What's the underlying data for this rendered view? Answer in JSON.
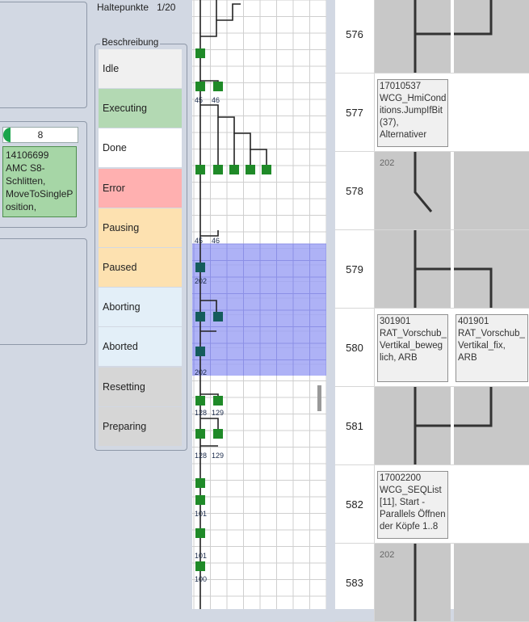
{
  "header": {
    "haltepunkte_label": "Haltepunkte",
    "haltepunkte_count": "1/20"
  },
  "legend": {
    "title": "Beschreibung",
    "items": [
      {
        "label": "Idle",
        "color": "#f0f0f0"
      },
      {
        "label": "Executing",
        "color": "#b3d9b3"
      },
      {
        "label": "Done",
        "color": "#ffffff"
      },
      {
        "label": "Error",
        "color": "#ffb0b0"
      },
      {
        "label": "Pausing",
        "color": "#fde1b0"
      },
      {
        "label": "Paused",
        "color": "#fde1b0"
      },
      {
        "label": "Aborting",
        "color": "#e3eff8"
      },
      {
        "label": "Aborted",
        "color": "#e3eff8"
      },
      {
        "label": "Resetting",
        "color": "#d6d6d6"
      },
      {
        "label": "Preparing",
        "color": "#d6d6d6"
      }
    ]
  },
  "station": {
    "progress_value": "8",
    "card_lines": [
      "14106699",
      "AMC S8-",
      "Schlitten,",
      "MoveToSingleP",
      "osition,"
    ]
  },
  "diagram": {
    "labels": [
      "45",
      "46",
      "45",
      "46",
      "202",
      "202",
      "128",
      "129",
      "128",
      "129",
      "101",
      "101",
      "100"
    ]
  },
  "table": {
    "rows": [
      {
        "num": "576"
      },
      {
        "num": "577",
        "cell1_lines": [
          "17010537",
          "WCG_HmiCond",
          "itions.JumpIfBit",
          "(37),",
          "Alternativer"
        ]
      },
      {
        "num": "578",
        "cell1_small": "202"
      },
      {
        "num": "579"
      },
      {
        "num": "580",
        "cell1_lines": [
          "301901",
          "RAT_Vorschub_",
          "Vertikal_beweg",
          "lich, ARB"
        ],
        "cell2_lines": [
          "401901",
          "RAT_Vorschub_",
          "Vertikal_fix, ARB"
        ]
      },
      {
        "num": "581"
      },
      {
        "num": "582",
        "cell1_lines": [
          "17002200",
          "WCG_SEQList",
          "[11], Start -",
          "Parallels Öffnen",
          "der Köpfe 1..8"
        ]
      },
      {
        "num": "583",
        "cell1_small": "202"
      }
    ]
  }
}
